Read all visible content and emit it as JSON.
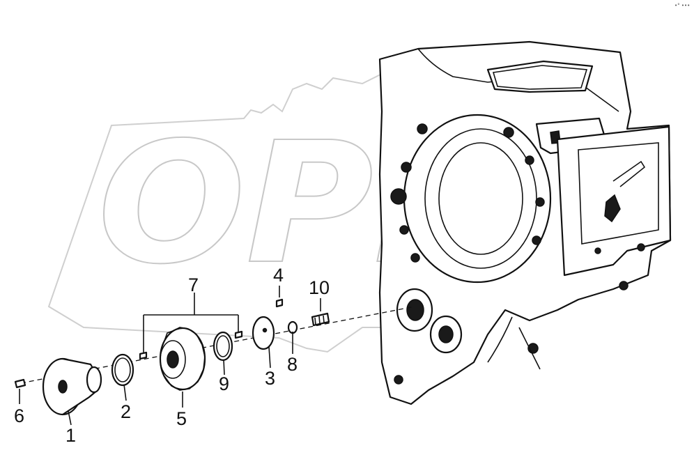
{
  "diagram": {
    "watermark_text": "OPEX",
    "corner_mark": "•° •••",
    "callouts": [
      {
        "id": "c1",
        "label": "1"
      },
      {
        "id": "c2",
        "label": "2"
      },
      {
        "id": "c3",
        "label": "3"
      },
      {
        "id": "c4",
        "label": "4"
      },
      {
        "id": "c5",
        "label": "5"
      },
      {
        "id": "c6",
        "label": "6"
      },
      {
        "id": "c7",
        "label": "7"
      },
      {
        "id": "c8",
        "label": "8"
      },
      {
        "id": "c9",
        "label": "9"
      },
      {
        "id": "c10",
        "label": "10"
      }
    ]
  }
}
